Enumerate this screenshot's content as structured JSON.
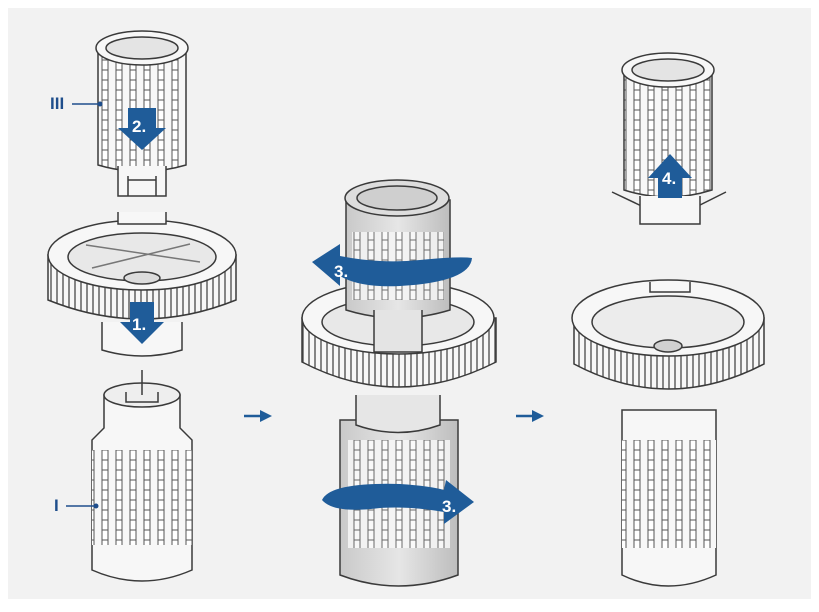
{
  "callouts": {
    "part_iii": "III",
    "part_i": "I"
  },
  "steps": {
    "s1": "1.",
    "s2": "2.",
    "s3": "3.",
    "s4": "4."
  },
  "colors": {
    "background": "#f2f2f2",
    "accent": "#1f5c99",
    "part_fill": "#f7f7f7",
    "part_stroke": "#3a3a3a",
    "shade": "#d6d6d6"
  }
}
